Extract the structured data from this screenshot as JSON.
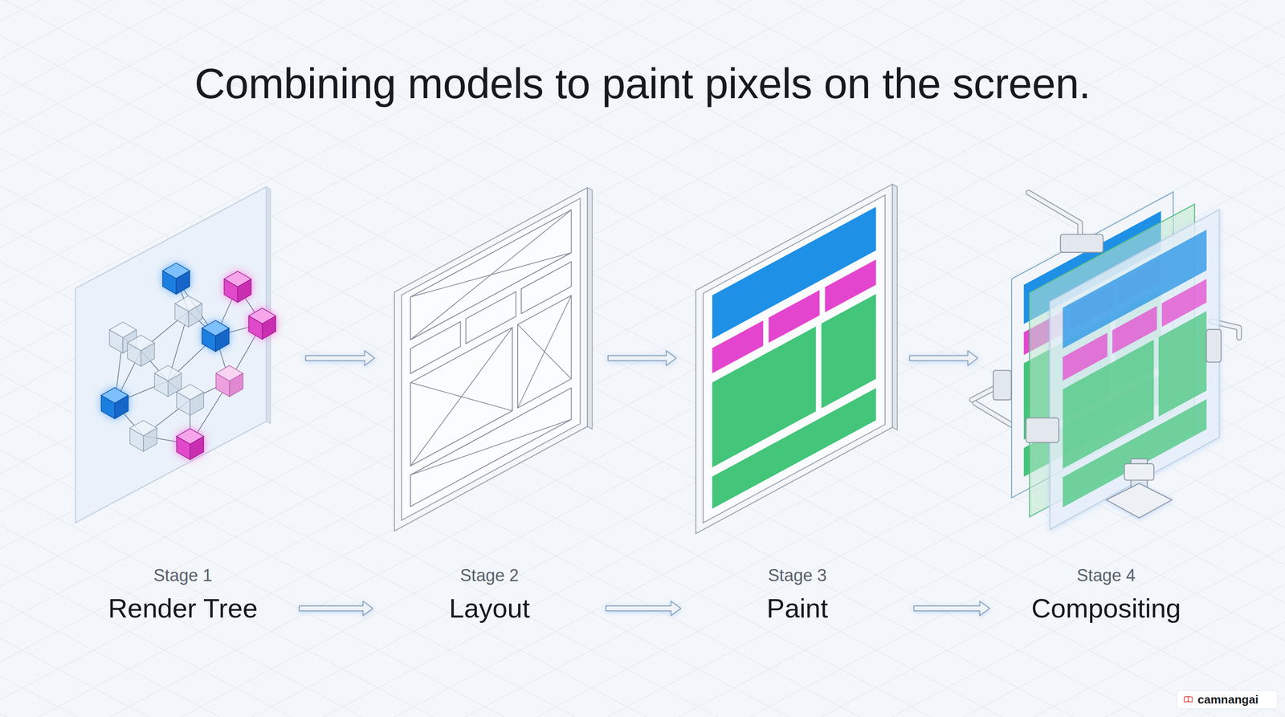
{
  "diagram": {
    "title": "Combining models to paint pixels on the screen.",
    "nodes": [
      {
        "text": [
          "Stage 1",
          "Render Tree"
        ]
      },
      {
        "text": [
          "Stage 2",
          "Layout"
        ]
      },
      {
        "text": [
          "Stage 3",
          "Paint"
        ]
      },
      {
        "text": [
          "Stage 4",
          "Compositing"
        ]
      }
    ],
    "edges": [
      {
        "from": 0,
        "to": 1,
        "arrow": "to"
      },
      {
        "from": 1,
        "to": 2,
        "arrow": "to"
      },
      {
        "from": 2,
        "to": 3,
        "arrow": "to"
      }
    ],
    "labels": [
      "camnangai"
    ]
  }
}
